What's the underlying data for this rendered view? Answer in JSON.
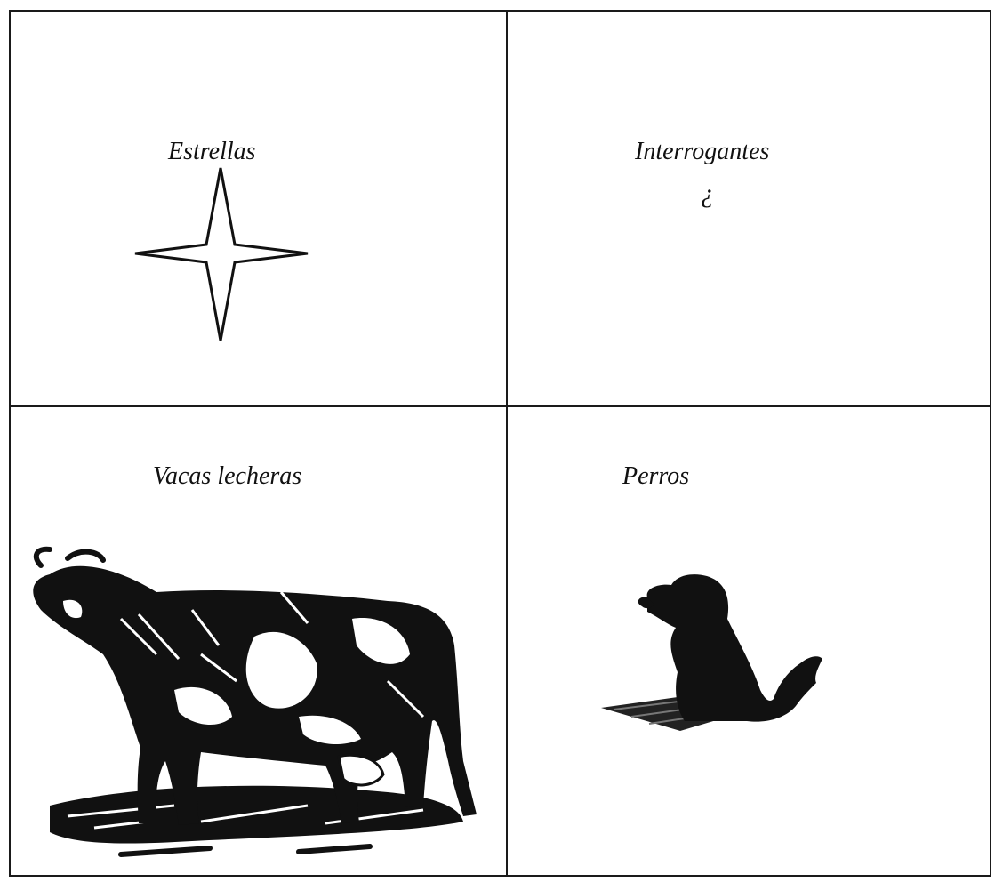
{
  "cells": {
    "top_left": {
      "label": "Estrellas",
      "icon": "four-point-star-icon"
    },
    "top_right": {
      "label": "Interrogantes",
      "symbol": "¿"
    },
    "bottom_left": {
      "label": "Vacas lecheras",
      "icon": "dairy-cow-woodcut-icon"
    },
    "bottom_right": {
      "label": "Perros",
      "icon": "sitting-dog-silhouette-icon"
    }
  },
  "colors": {
    "ink": "#111111",
    "paper": "#ffffff"
  }
}
